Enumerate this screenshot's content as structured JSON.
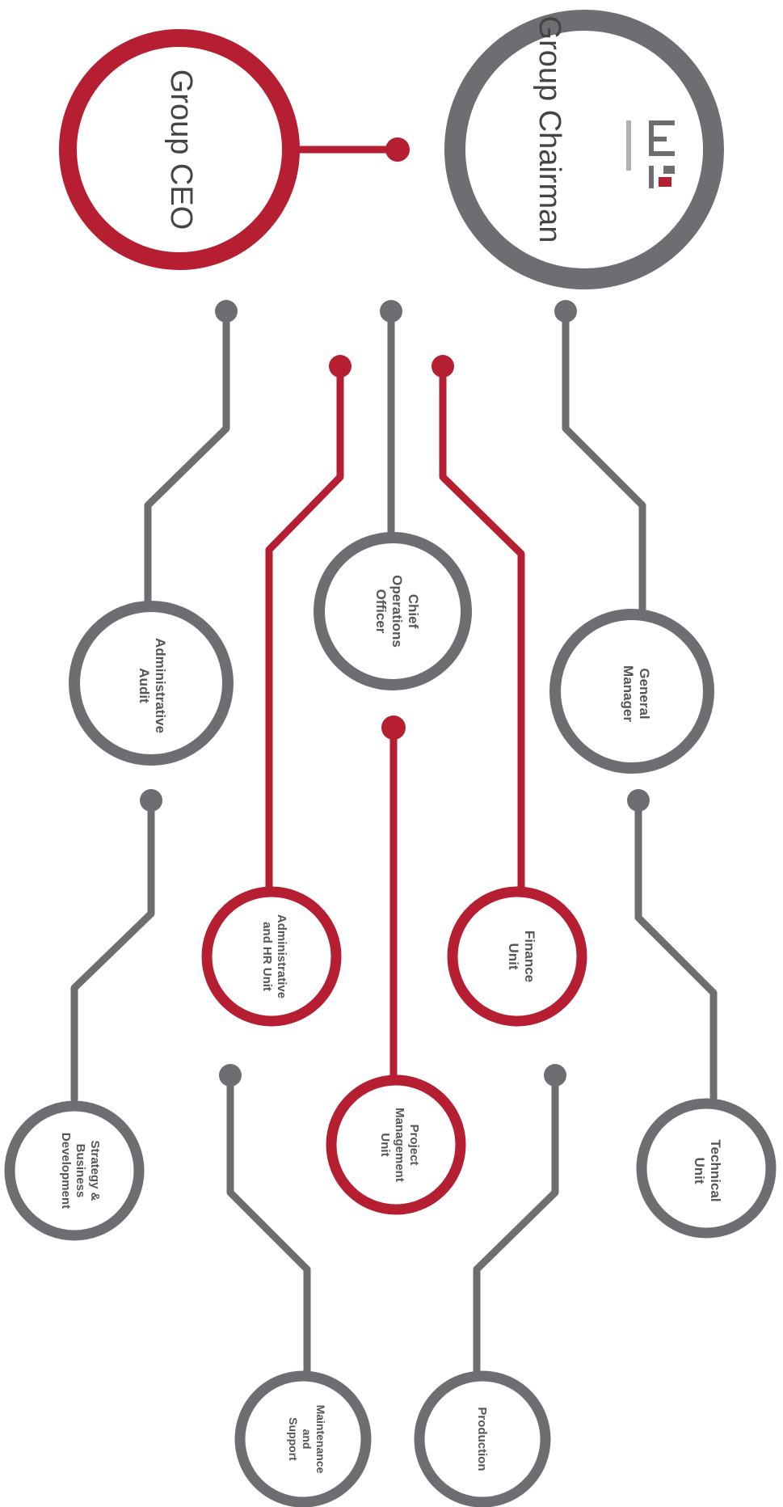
{
  "colors": {
    "red": "#b51f31",
    "gray": "#6d6e71",
    "text_gray": "#555555"
  },
  "orientation": "rotated 90 degrees clockwise",
  "nodes": {
    "chairman": {
      "label": "Group Chairman",
      "color": "gray",
      "logo": true
    },
    "ceo": {
      "label": "Group CEO",
      "color": "red"
    },
    "coo": {
      "lines": [
        "Chief",
        "Operations",
        "Officer"
      ],
      "color": "gray"
    },
    "general_manager": {
      "lines": [
        "General",
        "Manager"
      ],
      "color": "gray"
    },
    "admin_audit": {
      "lines": [
        "Administrative",
        "Audit"
      ],
      "color": "gray"
    },
    "admin_hr": {
      "lines": [
        "Administrative",
        "and HR Unit"
      ],
      "color": "red"
    },
    "finance": {
      "lines": [
        "Finance",
        "Unit"
      ],
      "color": "red"
    },
    "project_mgmt": {
      "lines": [
        "Project",
        "Management",
        "Unit"
      ],
      "color": "red"
    },
    "technical": {
      "lines": [
        "Technical",
        "Unit"
      ],
      "color": "gray"
    },
    "strategy": {
      "lines": [
        "Strategy &",
        "Business",
        "Development"
      ],
      "color": "gray"
    },
    "maintenance": {
      "lines": [
        "Maintenance",
        "and",
        "Support"
      ],
      "color": "gray"
    },
    "production": {
      "lines": [
        "Production"
      ],
      "color": "gray"
    }
  },
  "logo": {
    "icon": "group-logo-icon"
  }
}
